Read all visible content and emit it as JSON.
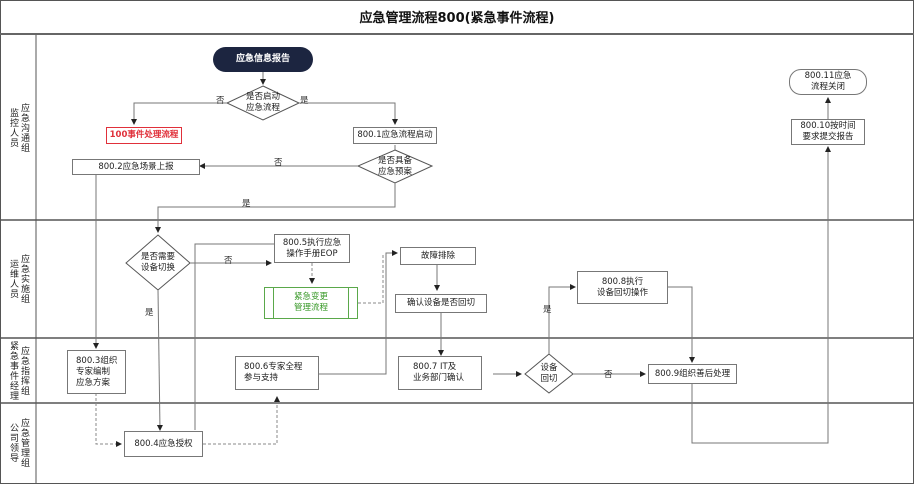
{
  "title": "应急管理流程800(紧急事件流程)",
  "lanes": [
    {
      "group": "应急沟通组",
      "role": "监控人员"
    },
    {
      "group": "应急实施组",
      "role": "运维人员"
    },
    {
      "group": "应急指挥组",
      "role": "紧急事件经理"
    },
    {
      "group": "应急管理组",
      "role": "公司领导"
    }
  ],
  "nodes": {
    "start": "应急信息报告",
    "decision_start": "是否启动\n应急流程",
    "incident_process": "100事件处理流程",
    "n800_1": "800.1应急流程启动",
    "decision_plan": "是否具备\n应急预案",
    "n800_2": "800.2应急场景上报",
    "decision_switch": "是否需要\n设备切换",
    "n800_5": "800.5执行应急\n操作手册EOP",
    "change_process": "紧急变更\n管理流程",
    "troubleshoot": "故障排除",
    "confirm_switchback": "确认设备是否回切",
    "n800_8": "800.8执行\n设备回切操作",
    "n800_3": "800.3组织\n专家编制\n应急方案",
    "n800_6": "800.6专家全程\n参与支持",
    "n800_7": "800.7 IT及\n业务部门确认",
    "decision_switchback": "设备\n回切",
    "n800_9": "800.9组织善后处理",
    "n800_4": "800.4应急授权",
    "n800_10": "800.10按时间\n要求提交报告",
    "n800_11": "800.11应急\n流程关闭"
  },
  "edge_labels": {
    "no": "否",
    "yes": "是"
  },
  "colors": {
    "start_fill": "#1c2540",
    "red_link": "#e0303a",
    "green_process": "#3a9a2a"
  }
}
